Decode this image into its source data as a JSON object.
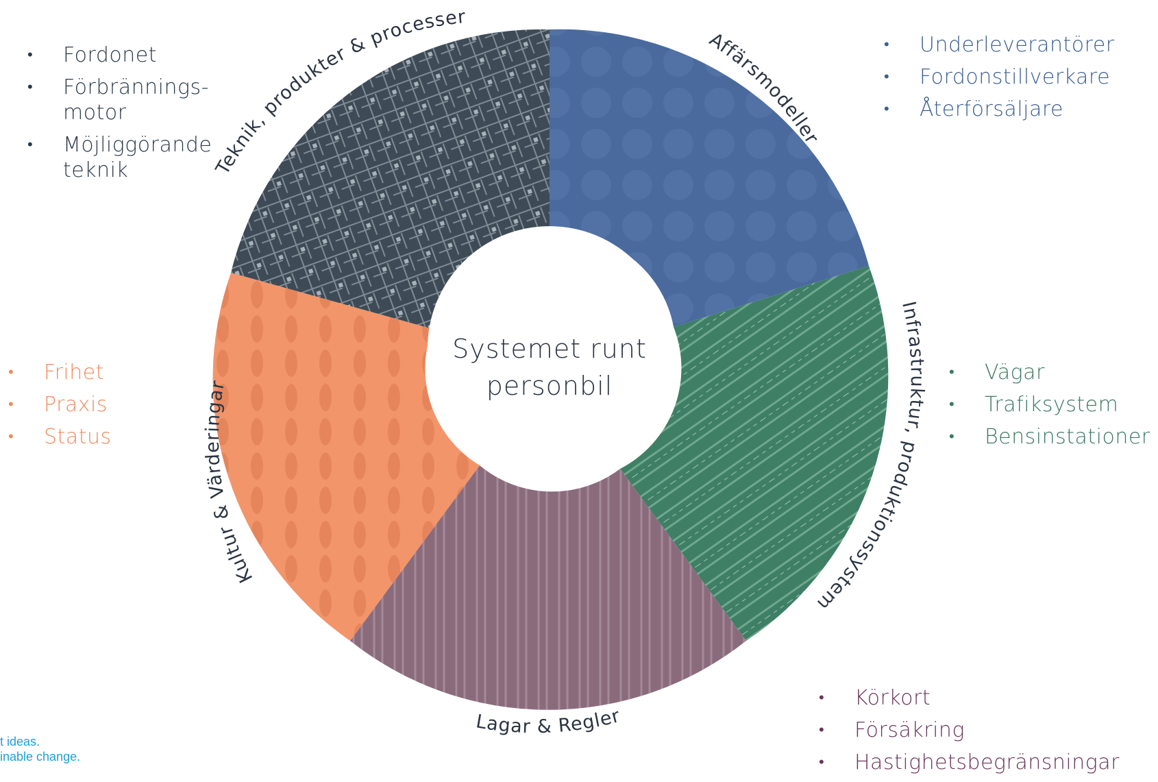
{
  "center": {
    "line1": "Systemet runt",
    "line2": "personbil"
  },
  "segments": [
    {
      "id": "tech",
      "label": "Teknik, produkter & processer",
      "color": "#3e4b57",
      "items": [
        "Fordonet",
        "Förbrännings-\nmotor",
        "Möjliggörande\nteknik"
      ],
      "text_color": "#2b3a48"
    },
    {
      "id": "business",
      "label": "Affärsmodeller",
      "color": "#4a6a9e",
      "items": [
        "Underleverantörer",
        "Fordonstillverkare",
        "Återförsäljare"
      ],
      "text_color": "#3c5f92"
    },
    {
      "id": "infra",
      "label": "Infrastruktur, produktionssystem",
      "color": "#3f7f66",
      "items": [
        "Vägar",
        "Trafiksystem",
        "Bensinstationer"
      ],
      "text_color": "#3b7a61"
    },
    {
      "id": "laws",
      "label": "Lagar & Regler",
      "color": "#8a6b7c",
      "items": [
        "Körkort",
        "Försäkring",
        "Hastighetsbegränsningar"
      ],
      "text_color": "#6a3559"
    },
    {
      "id": "culture",
      "label": "Kultur & Värderingar",
      "color": "#f2956a",
      "items": [
        "Frihet",
        "Praxis",
        "Status"
      ],
      "text_color": "#ef8b5c"
    }
  ],
  "tagline": {
    "line1": "t ideas.",
    "line2": "inable change."
  }
}
